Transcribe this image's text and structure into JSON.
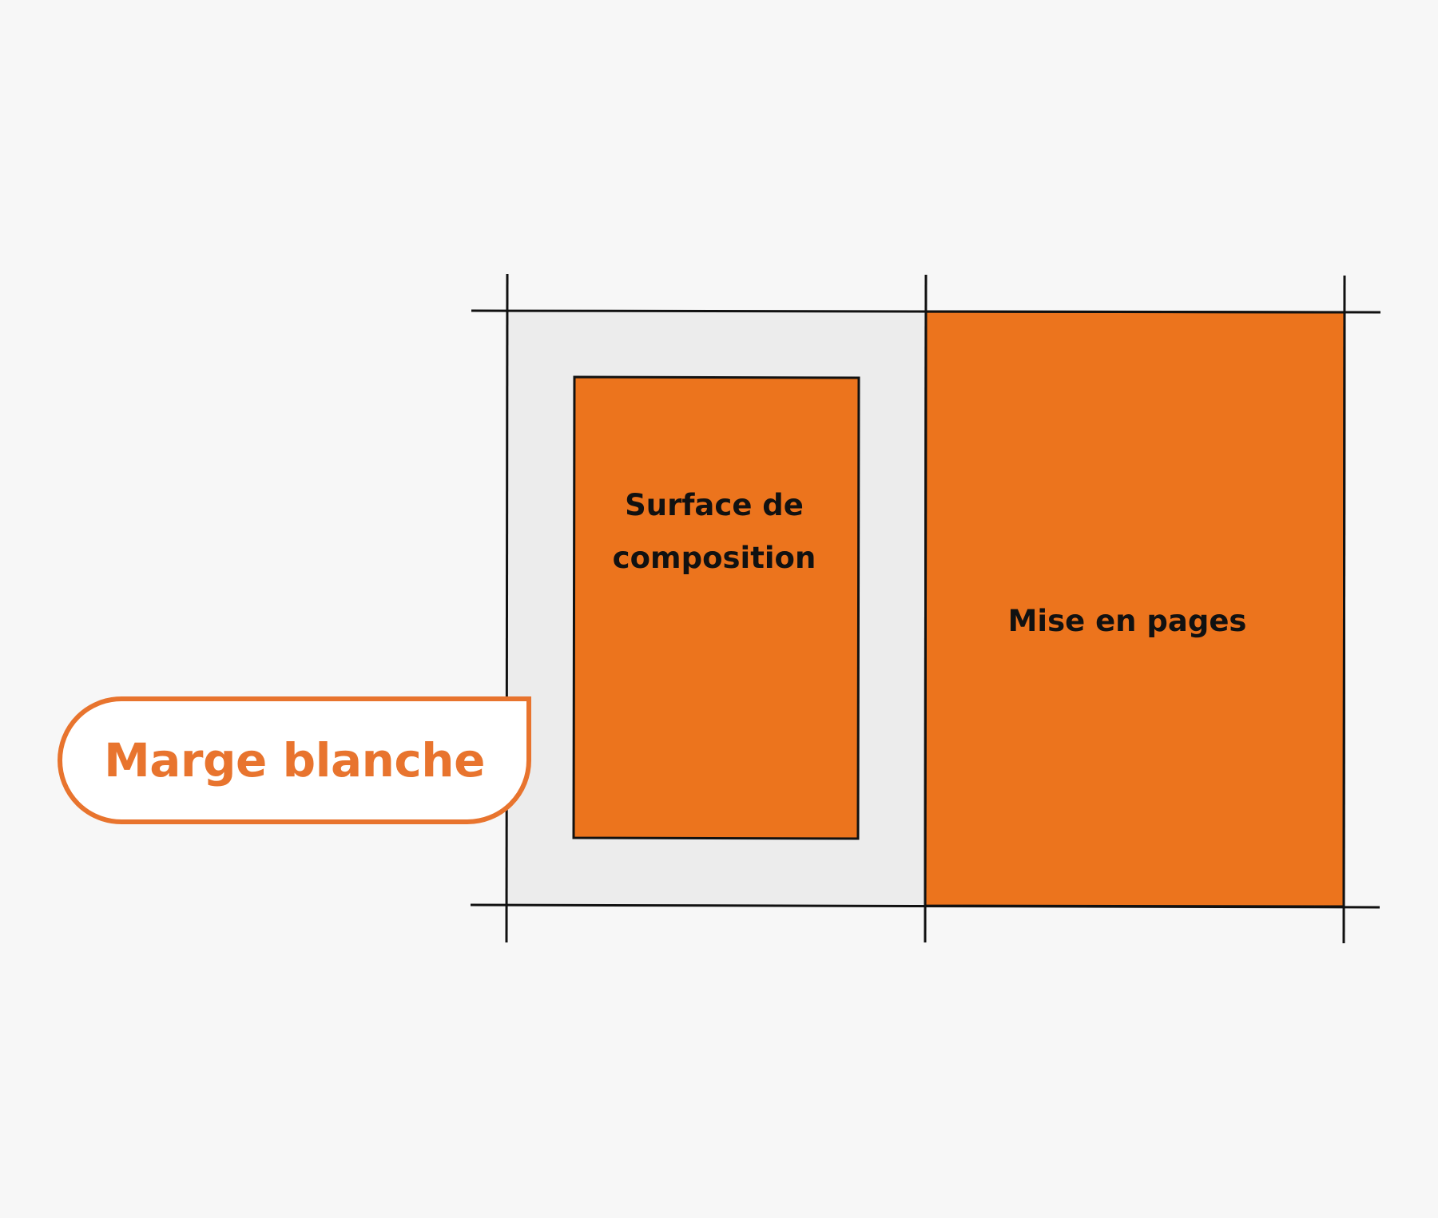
{
  "diagram": {
    "left_page": {
      "inner_label_line1": "Surface de",
      "inner_label_line2": "composition"
    },
    "right_page": {
      "label": "Mise en pages"
    },
    "callout": {
      "label": "Marge blanche"
    },
    "colors": {
      "background": "#f7f7f7",
      "margin_fill": "#ececec",
      "orange": "#ec741d",
      "callout_accent": "#e8742e",
      "stroke": "#111111"
    }
  }
}
